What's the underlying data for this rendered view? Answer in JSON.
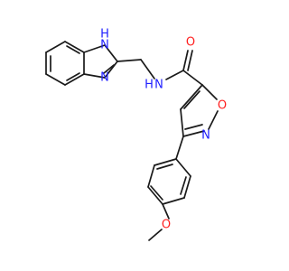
{
  "colors": {
    "bond": "#1a1a1a",
    "nitrogen": "#1f1fff",
    "oxygen": "#ff1f1f",
    "background": "#ffffff"
  },
  "labels": {
    "nh_ring": "H",
    "nh_ring_n": "N",
    "n_ring": "N",
    "amide_nh": "N",
    "amide_h": "H",
    "carbonyl_o": "O",
    "isoxazole_o": "O",
    "isoxazole_n": "N",
    "methoxy_o": "O"
  }
}
